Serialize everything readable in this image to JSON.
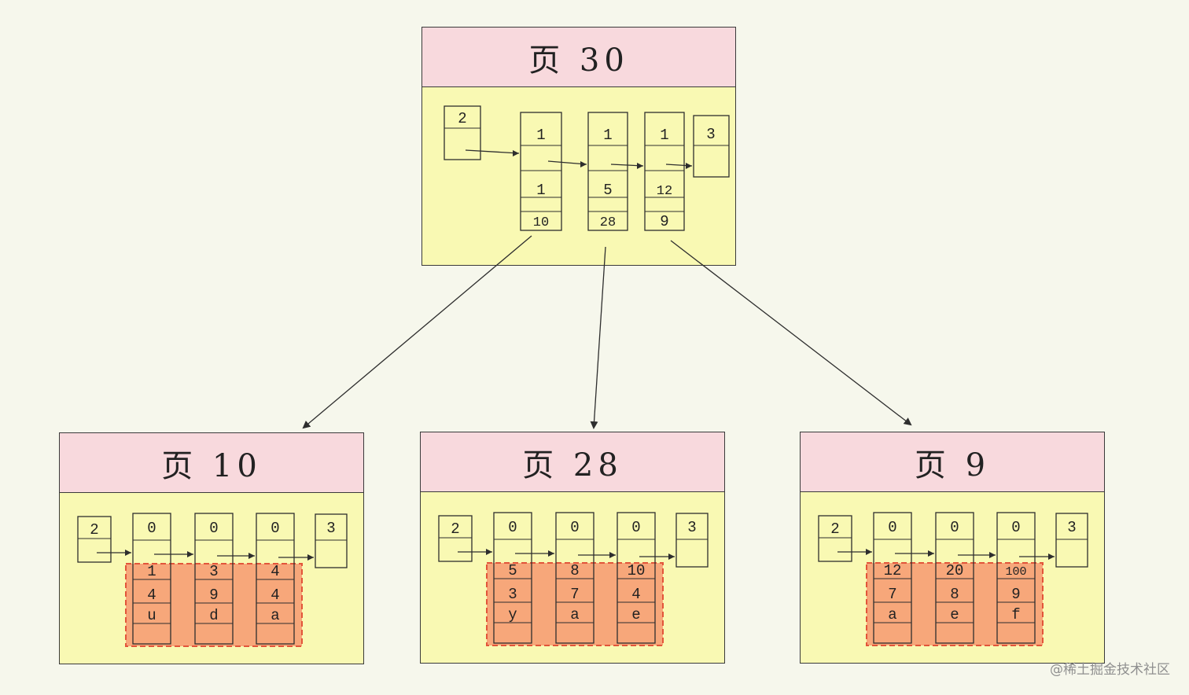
{
  "watermark": "@稀土掘金技术社区",
  "root_page": {
    "title": "页 30",
    "infimum": "2",
    "supremum": "3",
    "records": [
      {
        "values": [
          "1",
          "",
          "1",
          "10"
        ]
      },
      {
        "values": [
          "1",
          "",
          "5",
          "28"
        ]
      },
      {
        "values": [
          "1",
          "",
          "12",
          "9"
        ]
      }
    ]
  },
  "leaf_pages": [
    {
      "title": "页 10",
      "infimum": "2",
      "supremum": "3",
      "records": [
        {
          "header": "0",
          "values": [
            "1",
            "4",
            "u"
          ]
        },
        {
          "header": "0",
          "values": [
            "3",
            "9",
            "d"
          ]
        },
        {
          "header": "0",
          "values": [
            "4",
            "4",
            "a"
          ]
        }
      ]
    },
    {
      "title": "页 28",
      "infimum": "2",
      "supremum": "3",
      "records": [
        {
          "header": "0",
          "values": [
            "5",
            "3",
            "y"
          ]
        },
        {
          "header": "0",
          "values": [
            "8",
            "7",
            "a"
          ]
        },
        {
          "header": "0",
          "values": [
            "10",
            "4",
            "e"
          ]
        }
      ]
    },
    {
      "title": "页 9",
      "infimum": "2",
      "supremum": "3",
      "records": [
        {
          "header": "0",
          "values": [
            "12",
            "7",
            "a"
          ]
        },
        {
          "header": "0",
          "values": [
            "20",
            "8",
            "e"
          ]
        },
        {
          "header": "0",
          "values": [
            "100",
            "9",
            "f"
          ]
        }
      ]
    }
  ],
  "colors": {
    "background": "#f6f7ec",
    "page_body": "#f9f9b3",
    "page_header": "#f8d9dd",
    "highlight_fill": "#f7a77a",
    "highlight_border": "#e2553a",
    "line": "#3a3a3a"
  }
}
